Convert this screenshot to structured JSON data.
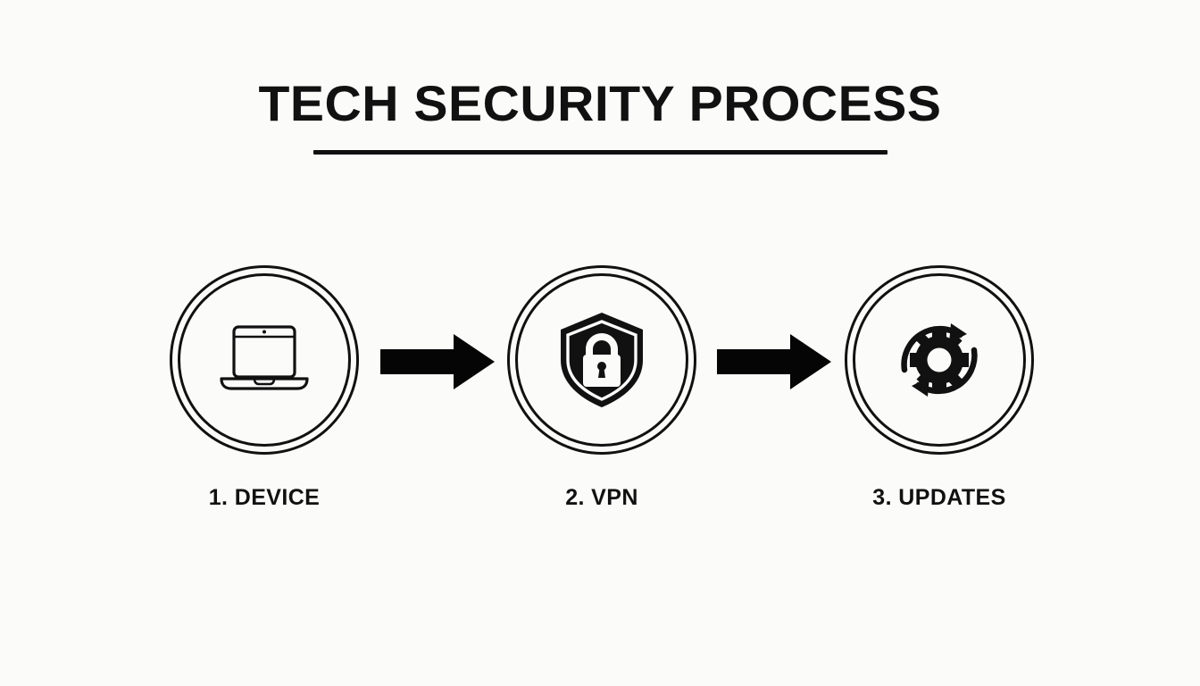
{
  "page": {
    "background_color": "#fbfbfa",
    "ink_color": "#111111"
  },
  "header": {
    "title": "TECH SECURITY PROCESS",
    "rule": "title-underline"
  },
  "diagram": {
    "type": "horizontal-process-flow",
    "step_count": 3,
    "steps": [
      {
        "number": "1",
        "label": "1. DEVICE",
        "icon": "laptop-icon",
        "icon_style": "outline"
      },
      {
        "number": "2",
        "label": "2. VPN",
        "icon": "shield-lock-icon",
        "icon_style": "solid"
      },
      {
        "number": "3",
        "label": "3. UPDATES",
        "icon": "gear-refresh-icon",
        "icon_style": "solid"
      }
    ],
    "connectors": [
      {
        "name": "arrow-step1-to-step2",
        "icon": "arrow-right-icon"
      },
      {
        "name": "arrow-step2-to-step3",
        "icon": "arrow-right-icon"
      }
    ]
  }
}
